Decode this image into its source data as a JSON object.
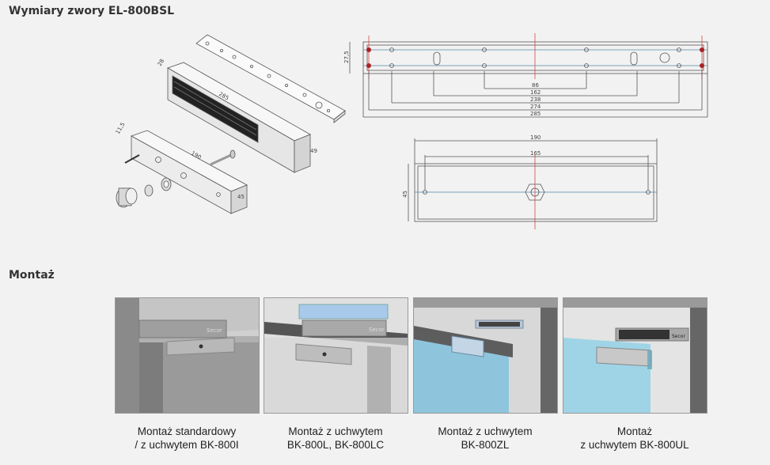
{
  "headings": {
    "dimensions": "Wymiary zwory EL-800BSL",
    "mounting": "Montaż"
  },
  "iso_drawing": {
    "magnet_dims": [
      "28",
      "285",
      "49"
    ],
    "armature_dims": [
      "11,5",
      "190",
      "45"
    ]
  },
  "top_view": {
    "height": "27,5",
    "dims": [
      "86",
      "162",
      "238",
      "274",
      "285"
    ]
  },
  "armature_view": {
    "height": "45",
    "dims": [
      "190",
      "165"
    ]
  },
  "mounting": [
    {
      "line1": "Montaż standardowy",
      "line2": "/ z uchwytem BK-800I",
      "brand": "Secor"
    },
    {
      "line1": "Montaż z uchwytem",
      "line2": "BK-800L, BK-800LC",
      "brand": "Secor"
    },
    {
      "line1": "Montaż z uchwytem",
      "line2": "BK-800ZL",
      "brand": ""
    },
    {
      "line1": "Montaż",
      "line2": "z uchwytem BK-800UL",
      "brand": "Secor"
    }
  ]
}
